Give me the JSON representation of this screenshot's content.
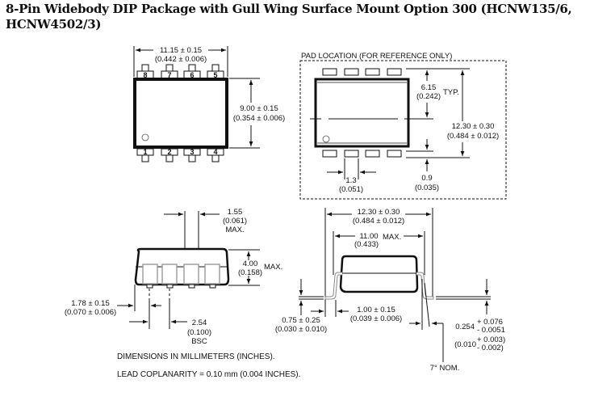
{
  "title": "8-Pin Widebody DIP Package with Gull Wing Surface Mount Option 300 (HCNW135/6, HCNW4502/3)",
  "top_view": {
    "width_mm": "11.15 ± 0.15",
    "width_in": "(0.442 ± 0.006)",
    "height_mm": "9.00 ± 0.15",
    "height_in": "(0.354 ± 0.006)",
    "pins_top": [
      "8",
      "7",
      "6",
      "5"
    ],
    "pins_bottom": [
      "1",
      "2",
      "3",
      "4"
    ]
  },
  "pad_location": {
    "heading": "PAD LOCATION (FOR REFERENCE ONLY)",
    "pitch_mm": "6.15",
    "pitch_in": "(0.242)",
    "typ": "TYP.",
    "span_mm": "12.30 ± 0.30",
    "span_in": "(0.484 ± 0.012)",
    "pad_width_mm": "1.3",
    "pad_width_in": "(0.051)",
    "pad_length_mm": "0.9",
    "pad_length_in": "(0.035)"
  },
  "side_view": {
    "lead_width_mm": "1.55",
    "lead_width_in": "(0.061)",
    "lead_width_max": "MAX.",
    "height_mm": "4.00",
    "height_in": "(0.158)",
    "height_max": "MAX.",
    "end_mm": "1.78 ± 0.15",
    "end_in": "(0.070 ± 0.006)",
    "pitch_mm": "2.54",
    "pitch_in": "(0.100)",
    "pitch_bsc": "BSC"
  },
  "end_view": {
    "overall_mm": "12.30 ± 0.30",
    "overall_in": "(0.484 ± 0.012)",
    "body_mm": "11.00",
    "body_in": "(0.433)",
    "body_max": "MAX.",
    "standoff_mm": "0.75 ± 0.25",
    "standoff_in": "(0.030 ± 0.010)",
    "foot_mm": "1.00 ± 0.15",
    "foot_in": "(0.039 ± 0.006)",
    "thick_mm": "0.254",
    "thick_mm_plus": "+ 0.076",
    "thick_mm_minus": "- 0.0051",
    "thick_in": "(0.010",
    "thick_in_plus": "+ 0.003)",
    "thick_in_minus": "- 0.002)",
    "angle": "7° NOM."
  },
  "notes": {
    "units": "DIMENSIONS IN MILLIMETERS (INCHES).",
    "coplanarity": "LEAD COPLANARITY = 0.10 mm (0.004 INCHES)."
  }
}
